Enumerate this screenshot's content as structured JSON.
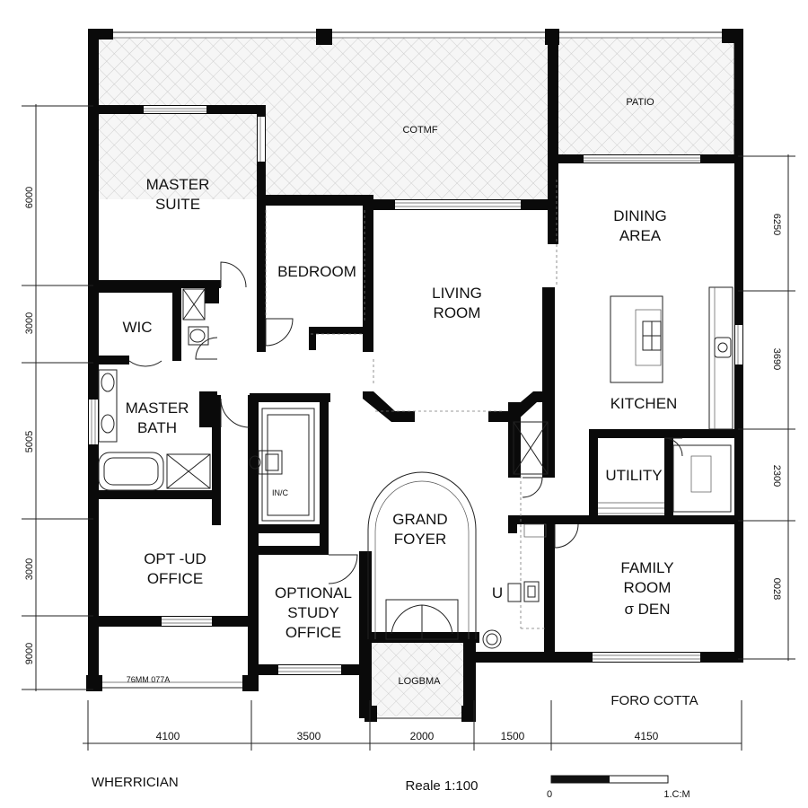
{
  "rooms": {
    "courtyard": "COTMF",
    "patio": "PATIO",
    "master_suite": [
      "MASTER",
      "SUITE"
    ],
    "bedroom": "BEDROOM",
    "living_room": [
      "LIVING",
      "ROOM"
    ],
    "dining_area": [
      "DINING",
      "AREA"
    ],
    "kitchen": "KITCHEN",
    "wic": "WIC",
    "master_bath": [
      "MASTER",
      "BATH"
    ],
    "linen": "IN/C",
    "utility": "UTILITY",
    "grand_foyer": [
      "GRAND",
      "FOYER"
    ],
    "opt_office": [
      "OPT -UD",
      "OFFICE"
    ],
    "study": [
      "OPTIONAL",
      "STUDY",
      "OFFICE"
    ],
    "family_room": [
      "FAMILY",
      "ROOM",
      "σ DEN"
    ],
    "u_label": "U",
    "loggia": "LOGBMA",
    "porte": "FORO COTTA",
    "garden_note": "76MM 077A"
  },
  "dimensions": {
    "bottom": [
      "4100",
      "3500",
      "2000",
      "1500",
      "4150"
    ],
    "left": [
      "6000",
      "3000",
      "5005",
      "3000",
      "9000"
    ],
    "right": [
      "6250",
      "3690",
      "2300",
      "0028"
    ]
  },
  "footer": {
    "title": "WHERRICIAN",
    "scale": "Reale  1:100",
    "bar_start": "0",
    "bar_end": "1.C:M"
  },
  "icons": {
    "hatch": "crosshatch-pattern",
    "door": "door-swing-arc"
  }
}
